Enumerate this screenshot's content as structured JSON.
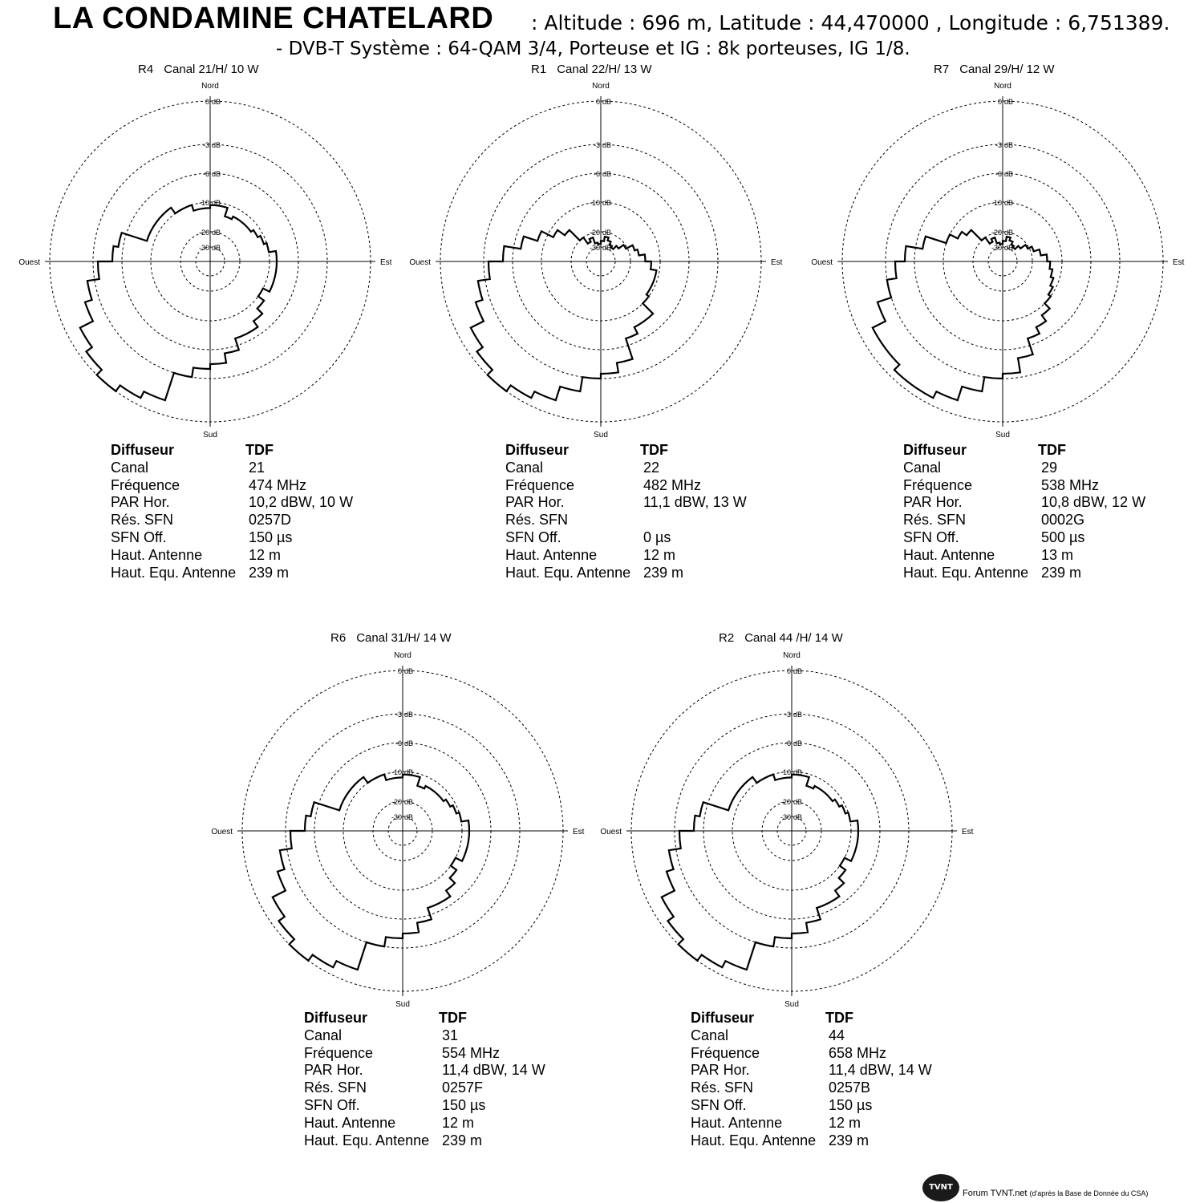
{
  "header": {
    "title": "LA CONDAMINE CHATELARD",
    "meta": ": Altitude : 696 m, Latitude : 44,470000 , Longitude : 6,751389.",
    "subtitle": "- DVB-T  Système : 64-QAM 3/4,  Porteuse et IG : 8k porteuses, IG 1/8."
  },
  "footer": {
    "logo": "TVNT",
    "site": "Forum TVNT.net",
    "note": "(d'après la Base de Donnée du CSA)"
  },
  "colors": {
    "plot_line": "#000000",
    "grid": "#000000",
    "background": "#ffffff"
  },
  "chart_data": [
    {
      "type": "polar",
      "mux": "R4",
      "label": "Canal 21/H/ 10 W",
      "compass": [
        "Nord",
        "Est",
        "Sud",
        "Ouest"
      ],
      "rings_db": [
        "0",
        "-3",
        "-6",
        "-10",
        "-20",
        "-30"
      ],
      "ring_unit": "dB",
      "pattern_db": [
        -11,
        -11,
        -14,
        -13,
        -13,
        -13,
        -12,
        -11,
        -10,
        -9,
        -9,
        -9,
        -9,
        -10,
        -9,
        -8,
        -7,
        -7,
        -5.5,
        -4.5,
        -4,
        -3,
        -1,
        -0.5,
        0,
        -0.5,
        -1,
        -2,
        -2.5,
        -3.5,
        -5,
        -5.5,
        -9,
        -9,
        -9,
        -9,
        -10,
        -10,
        -12,
        -12
      ]
    },
    {
      "type": "polar",
      "mux": "R1",
      "label": "Canal 22/H/ 13 W",
      "compass": [
        "Nord",
        "Est",
        "Sud",
        "Ouest"
      ],
      "rings_db": [
        "0",
        "-3",
        "-6",
        "-10",
        "-20",
        "-30"
      ],
      "ring_unit": "dB",
      "pattern_db": [
        -26,
        -23,
        -25,
        -27,
        -28,
        -25,
        -21,
        -18,
        -17,
        -15,
        -13,
        -11,
        -11,
        -11,
        -10,
        -8,
        -8,
        -7,
        -4.5,
        -3.5,
        -3,
        -2,
        -1,
        -0.5,
        0,
        -0.5,
        -1,
        -2,
        -2.5,
        -3.5,
        -5,
        -7,
        -9,
        -12,
        -15,
        -20,
        -25,
        -23,
        -27,
        -28
      ]
    },
    {
      "type": "polar",
      "mux": "R7",
      "label": "Canal 29/H/ 12 W",
      "compass": [
        "Nord",
        "Est",
        "Sud",
        "Ouest"
      ],
      "rings_db": [
        "0",
        "-3",
        "-6",
        "-10",
        "-20",
        "-30"
      ],
      "ring_unit": "dB",
      "pattern_db": [
        -26,
        -23,
        -25,
        -27,
        -28,
        -25,
        -21,
        -19,
        -17,
        -15,
        -14,
        -13,
        -12,
        -11,
        -10,
        -9,
        -8,
        -7,
        -5,
        -3.5,
        -3,
        -2,
        -1,
        -0.5,
        -0.5,
        -1,
        -1,
        -2,
        -3,
        -4,
        -5,
        -7,
        -10,
        -13,
        -15,
        -20,
        -25,
        -23,
        -27,
        -28
      ]
    },
    {
      "type": "polar",
      "mux": "R6",
      "label": "Canal 31/H/ 14 W",
      "compass": [
        "Nord",
        "Est",
        "Sud",
        "Ouest"
      ],
      "rings_db": [
        "0",
        "-3",
        "-6",
        "-10",
        "-20",
        "-30"
      ],
      "ring_unit": "dB",
      "pattern_db": [
        -11,
        -11,
        -14,
        -13,
        -13,
        -13,
        -12,
        -11,
        -10,
        -9,
        -9,
        -9,
        -9,
        -10,
        -9,
        -8,
        -7,
        -7,
        -5.5,
        -4.5,
        -4,
        -3,
        -1,
        -0.5,
        0,
        -0.5,
        -1,
        -2,
        -2.5,
        -3.5,
        -5,
        -5.5,
        -9,
        -9,
        -9,
        -9,
        -10,
        -10,
        -12,
        -12
      ]
    },
    {
      "type": "polar",
      "mux": "R2",
      "label": "Canal 44 /H/ 14 W",
      "compass": [
        "Nord",
        "Est",
        "Sud",
        "Ouest"
      ],
      "rings_db": [
        "0",
        "-3",
        "-6",
        "-10",
        "-20",
        "-30"
      ],
      "ring_unit": "dB",
      "pattern_db": [
        -11,
        -11,
        -14,
        -13,
        -13,
        -13,
        -12,
        -11,
        -10,
        -9,
        -9,
        -9,
        -9,
        -10,
        -9,
        -8,
        -7,
        -7,
        -5.5,
        -4.5,
        -4,
        -3,
        -1,
        -0.5,
        0,
        -0.5,
        -1,
        -2,
        -2.5,
        -3.5,
        -5,
        -5.5,
        -9,
        -9,
        -9,
        -9,
        -10,
        -10,
        -12,
        -12
      ]
    }
  ],
  "info": [
    {
      "diffuseur_label": "Diffuseur",
      "diffuseur": "TDF",
      "rows": [
        {
          "k": "Canal",
          "v": "21"
        },
        {
          "k": "Fréquence",
          "v": "474 MHz"
        },
        {
          "k": "PAR Hor.",
          "v": "10,2 dBW, 10 W"
        },
        {
          "k": "Rés. SFN",
          "v": "0257D"
        },
        {
          "k": "SFN Off.",
          "v": "150 µs"
        },
        {
          "k": "Haut. Antenne",
          "v": "12 m"
        },
        {
          "k": "Haut. Equ. Antenne",
          "v": "239 m"
        }
      ]
    },
    {
      "diffuseur_label": "Diffuseur",
      "diffuseur": "TDF",
      "rows": [
        {
          "k": "Canal",
          "v": "22"
        },
        {
          "k": "Fréquence",
          "v": "482 MHz"
        },
        {
          "k": "PAR Hor.",
          "v": "11,1 dBW, 13 W"
        },
        {
          "k": "Rés. SFN",
          "v": ""
        },
        {
          "k": "SFN Off.",
          "v": "0 µs"
        },
        {
          "k": "Haut. Antenne",
          "v": "12 m"
        },
        {
          "k": "Haut. Equ. Antenne",
          "v": "239 m"
        }
      ]
    },
    {
      "diffuseur_label": "Diffuseur",
      "diffuseur": "TDF",
      "rows": [
        {
          "k": "Canal",
          "v": "29"
        },
        {
          "k": "Fréquence",
          "v": "538 MHz"
        },
        {
          "k": "PAR Hor.",
          "v": "10,8 dBW, 12 W"
        },
        {
          "k": "Rés. SFN",
          "v": "0002G"
        },
        {
          "k": "SFN Off.",
          "v": "500 µs"
        },
        {
          "k": "Haut. Antenne",
          "v": "13 m"
        },
        {
          "k": "Haut. Equ. Antenne",
          "v": "239 m"
        }
      ]
    },
    {
      "diffuseur_label": "Diffuseur",
      "diffuseur": "TDF",
      "rows": [
        {
          "k": "Canal",
          "v": "31"
        },
        {
          "k": "Fréquence",
          "v": "554 MHz"
        },
        {
          "k": "PAR Hor.",
          "v": "11,4 dBW, 14 W"
        },
        {
          "k": "Rés. SFN",
          "v": "0257F"
        },
        {
          "k": "SFN Off.",
          "v": "150 µs"
        },
        {
          "k": "Haut. Antenne",
          "v": "12 m"
        },
        {
          "k": "Haut. Equ. Antenne",
          "v": "239 m"
        }
      ]
    },
    {
      "diffuseur_label": "Diffuseur",
      "diffuseur": "TDF",
      "rows": [
        {
          "k": "Canal",
          "v": "44"
        },
        {
          "k": "Fréquence",
          "v": "658 MHz"
        },
        {
          "k": "PAR Hor.",
          "v": "11,4 dBW, 14 W"
        },
        {
          "k": "Rés. SFN",
          "v": "0257B"
        },
        {
          "k": "SFN Off.",
          "v": "150 µs"
        },
        {
          "k": "Haut. Antenne",
          "v": "12 m"
        },
        {
          "k": "Haut. Equ. Antenne",
          "v": "239 m"
        }
      ]
    }
  ]
}
